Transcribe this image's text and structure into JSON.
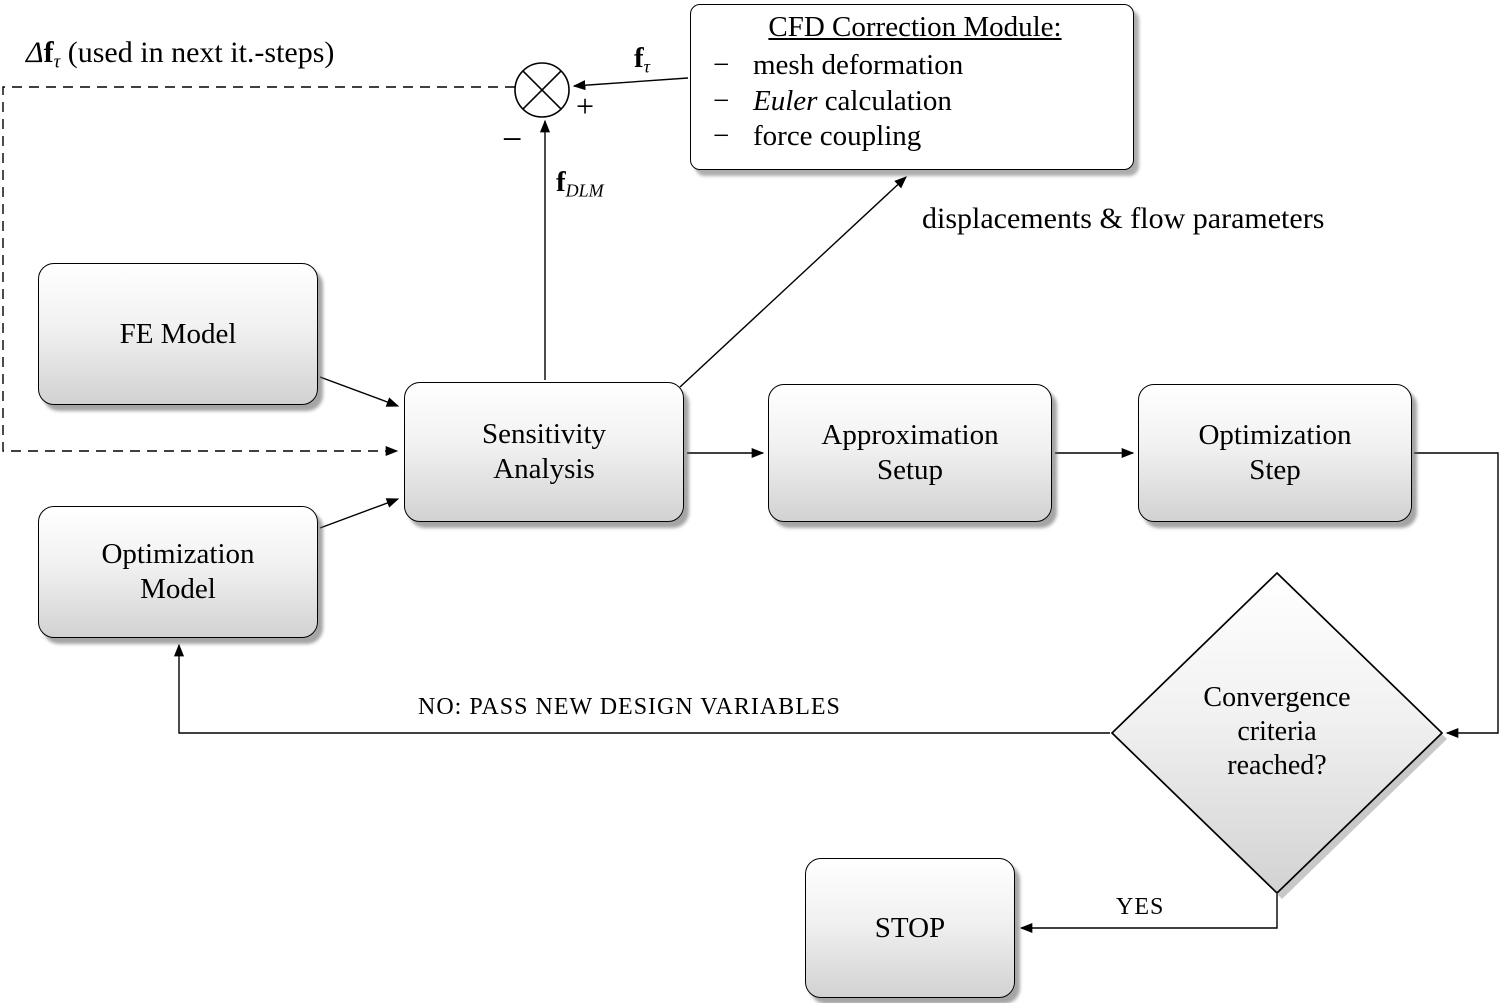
{
  "colors": {
    "stroke": "#000000",
    "node_fill_top": "#ffffff",
    "node_fill_bottom": "#d2d2d2",
    "shadow": "#696969",
    "background": "#ffffff"
  },
  "cfd_module": {
    "title": "CFD Correction Module:",
    "items": [
      {
        "bullet": "−",
        "emph": "",
        "text": "mesh deformation"
      },
      {
        "bullet": "−",
        "emph": "Euler",
        "text": " calculation"
      },
      {
        "bullet": "−",
        "emph": "",
        "text": "force coupling"
      }
    ]
  },
  "nodes": {
    "fe_model": {
      "lines": [
        "FE Model"
      ]
    },
    "optimization_model": {
      "lines": [
        "Optimization",
        "Model"
      ]
    },
    "sensitivity_analysis": {
      "lines": [
        "Sensitivity",
        "Analysis"
      ]
    },
    "approximation_setup": {
      "lines": [
        "Approximation",
        "Setup"
      ]
    },
    "optimization_step": {
      "lines": [
        "Optimization",
        "Step"
      ]
    },
    "convergence_decision": {
      "lines": [
        "Convergence",
        "criteria",
        "reached?"
      ]
    },
    "stop": {
      "lines": [
        "STOP"
      ]
    }
  },
  "math_labels": {
    "delta_f": {
      "delta": "Δ",
      "f": "f",
      "sub": "τ",
      "rest": " (used in next it.-steps)"
    },
    "f_tau": {
      "f": "f",
      "sub": "τ"
    },
    "f_dlm": {
      "f": "f",
      "sub": "DLM"
    },
    "plus": "+",
    "minus": "−"
  },
  "edge_labels": {
    "displacements": "displacements & flow parameters",
    "no": "NO: PASS NEW DESIGN VARIABLES",
    "yes": "YES"
  }
}
